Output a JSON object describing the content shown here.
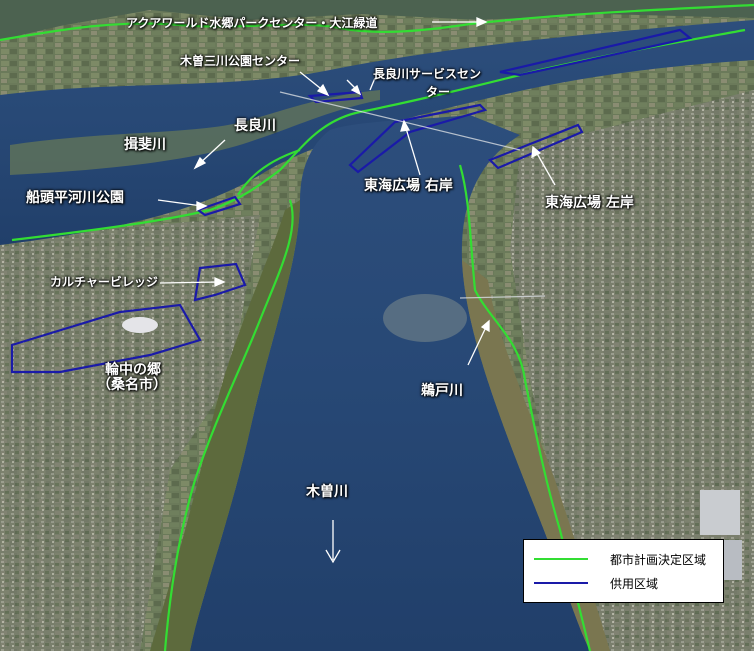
{
  "labels": {
    "aqua_world": "アクアワールド水郷パークセンター・大江緑道",
    "kiso_sansen": "木曽三川公園センター",
    "nagara_service": "長良川サービスセン",
    "nagara_service_cont": "ター",
    "nagara_river": "長良川",
    "ibi_river": "揖斐川",
    "funato_park": "船頭平河川公園",
    "tokai_right": "東海広場 右岸",
    "tokai_left": "東海広場 左岸",
    "culture_village": "カルチャービレッジ",
    "wajyu_no_sato": "輪中の郷",
    "wajyu_city": "（桑名市）",
    "udo_river": "鵜戸川",
    "kiso_river": "木曽川"
  },
  "legend": {
    "items": [
      {
        "label": "都市計画決定区域",
        "color": "#33dd33"
      },
      {
        "label": "供用区域",
        "color": "#1a1aa8"
      }
    ]
  },
  "colors": {
    "boundary_green": "#33dd33",
    "service_blue": "#1a1aa8"
  }
}
